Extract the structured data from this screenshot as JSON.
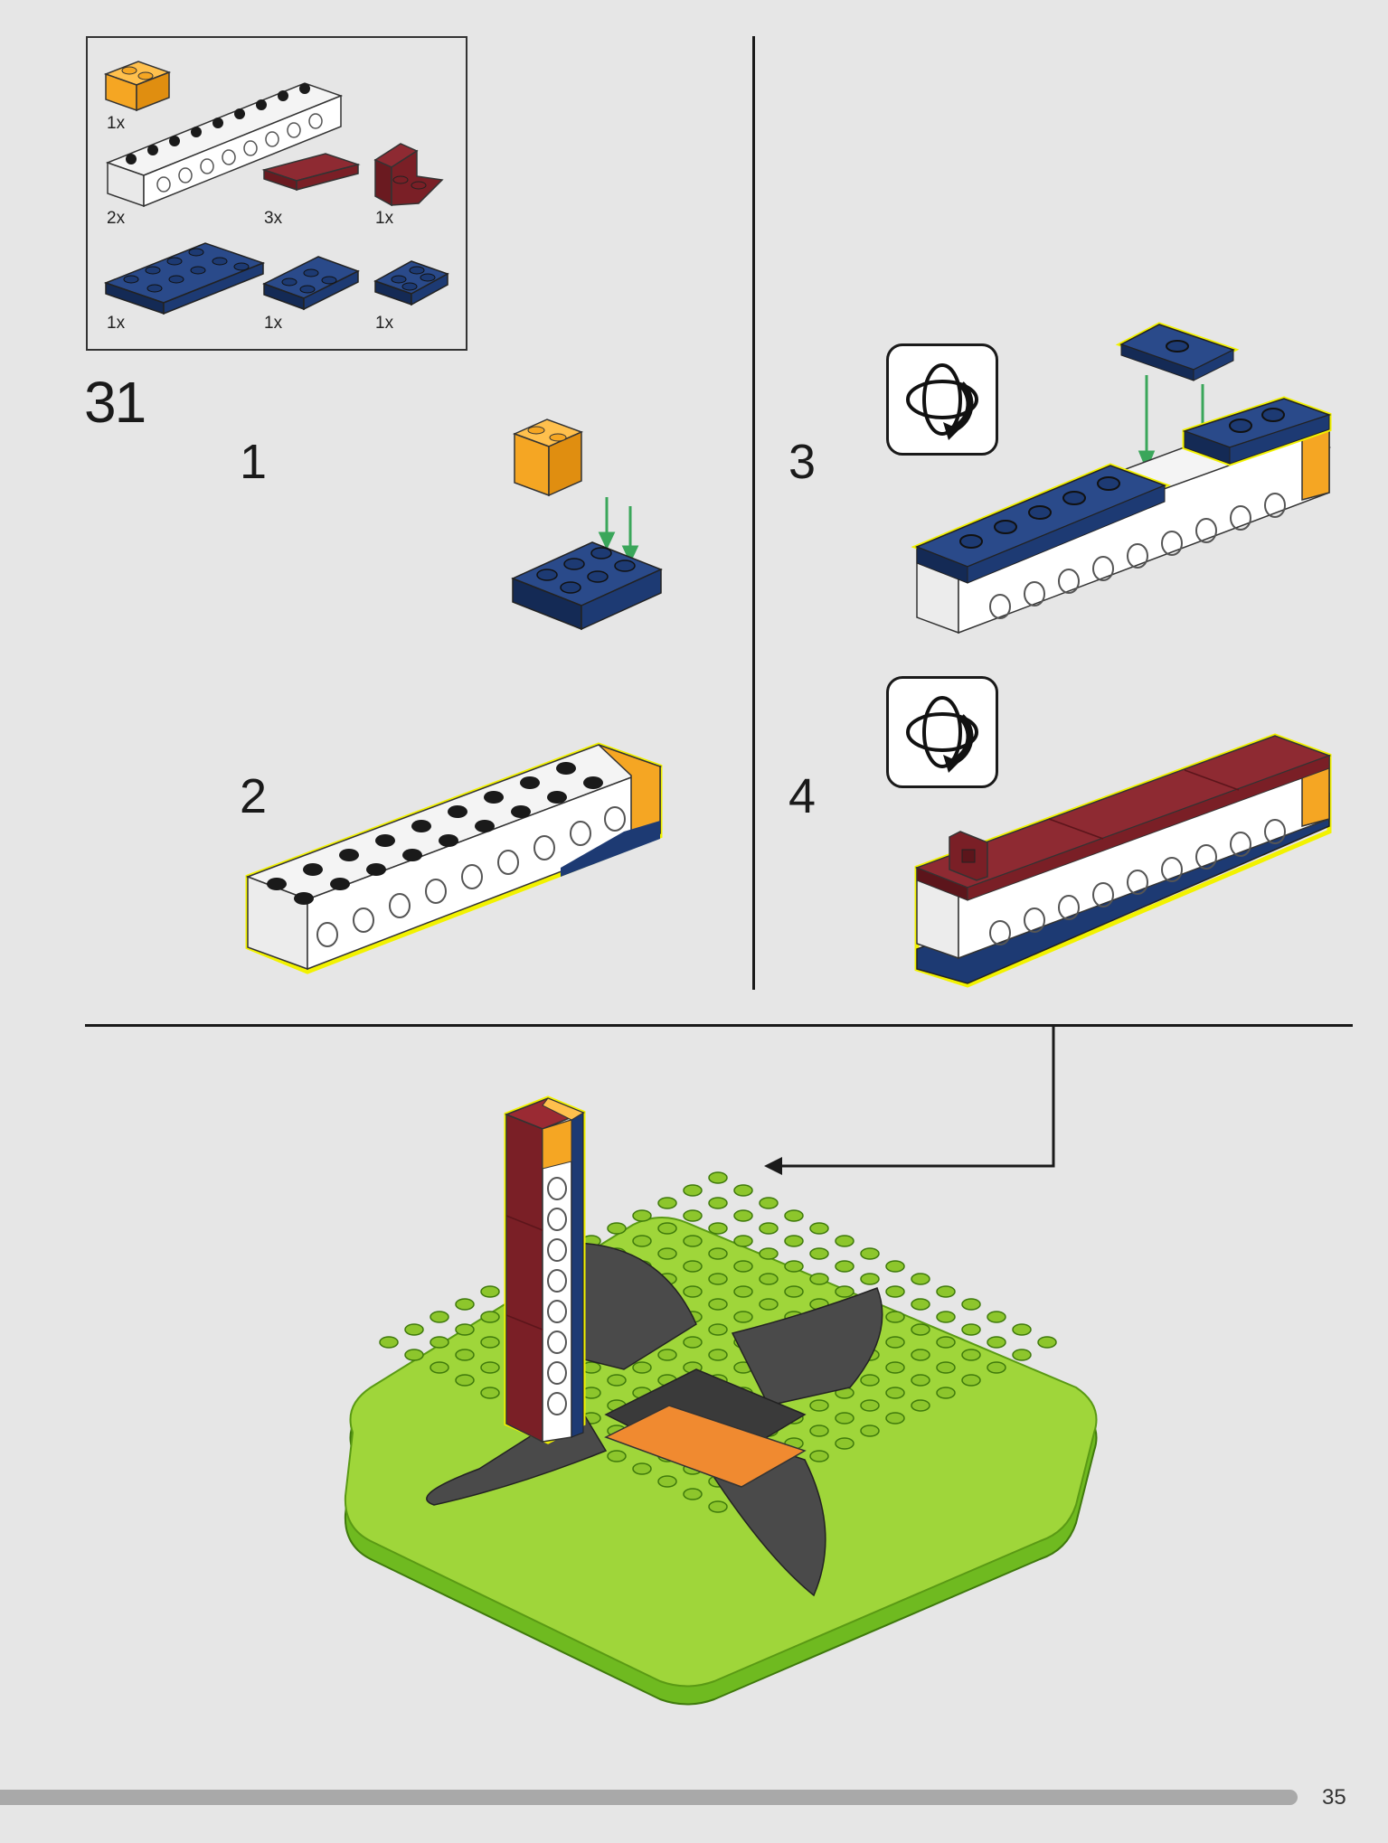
{
  "parts": [
    {
      "qty": "1x"
    },
    {
      "qty": "2x"
    },
    {
      "qty": "3x"
    },
    {
      "qty": "1x"
    },
    {
      "qty": "1x"
    },
    {
      "qty": "1x"
    },
    {
      "qty": "1x"
    }
  ],
  "step_number": "31",
  "substeps": [
    "1",
    "2",
    "3",
    "4"
  ],
  "page_number": "35",
  "colors": {
    "background": "#e6e6e6",
    "orange": "#f5a623",
    "navy": "#1d3a73",
    "dark_red": "#7a1f26",
    "white_brick": "#ffffff",
    "lime": "#9fd63a",
    "dark_gray": "#4a4a4a",
    "highlight": "#f2f200",
    "arrow_green": "#3aa65a"
  }
}
